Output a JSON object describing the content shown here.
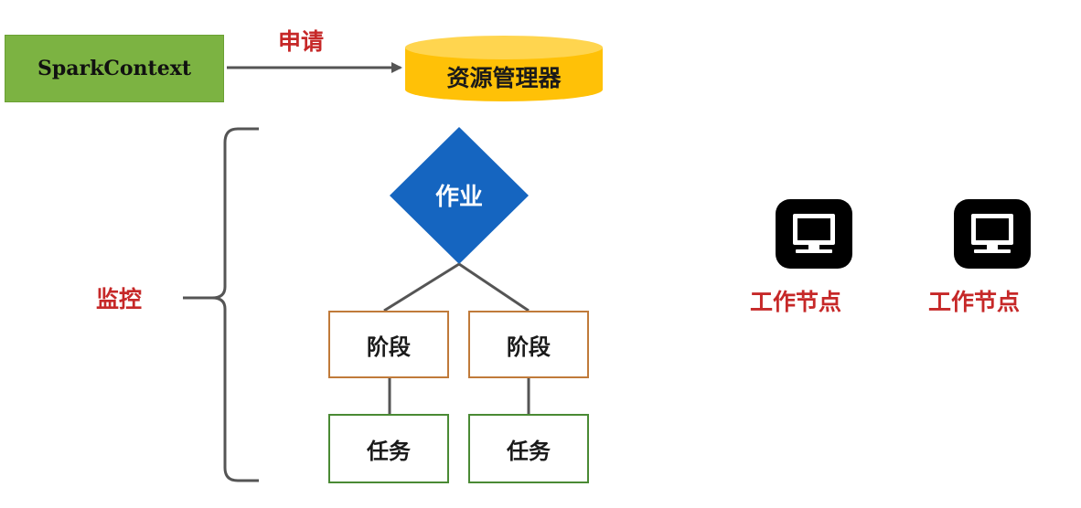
{
  "diagram": {
    "driver": {
      "label": "SparkContext"
    },
    "request_label": "申请",
    "resource_manager": {
      "label": "资源管理器"
    },
    "monitor_label": "监控",
    "job": {
      "label": "作业"
    },
    "stages": [
      {
        "label": "阶段"
      },
      {
        "label": "阶段"
      }
    ],
    "tasks": [
      {
        "label": "任务"
      },
      {
        "label": "任务"
      }
    ],
    "worker_nodes": [
      {
        "label": "工作节点",
        "icon": "monitor-icon"
      },
      {
        "label": "工作节点",
        "icon": "monitor-icon"
      }
    ]
  },
  "colors": {
    "driver_fill": "#7cb342",
    "resource_manager_fill": "#ffc107",
    "job_fill": "#1565c0",
    "stage_border": "#c07a3a",
    "task_border": "#4a8a34",
    "accent_red": "#c62828"
  }
}
